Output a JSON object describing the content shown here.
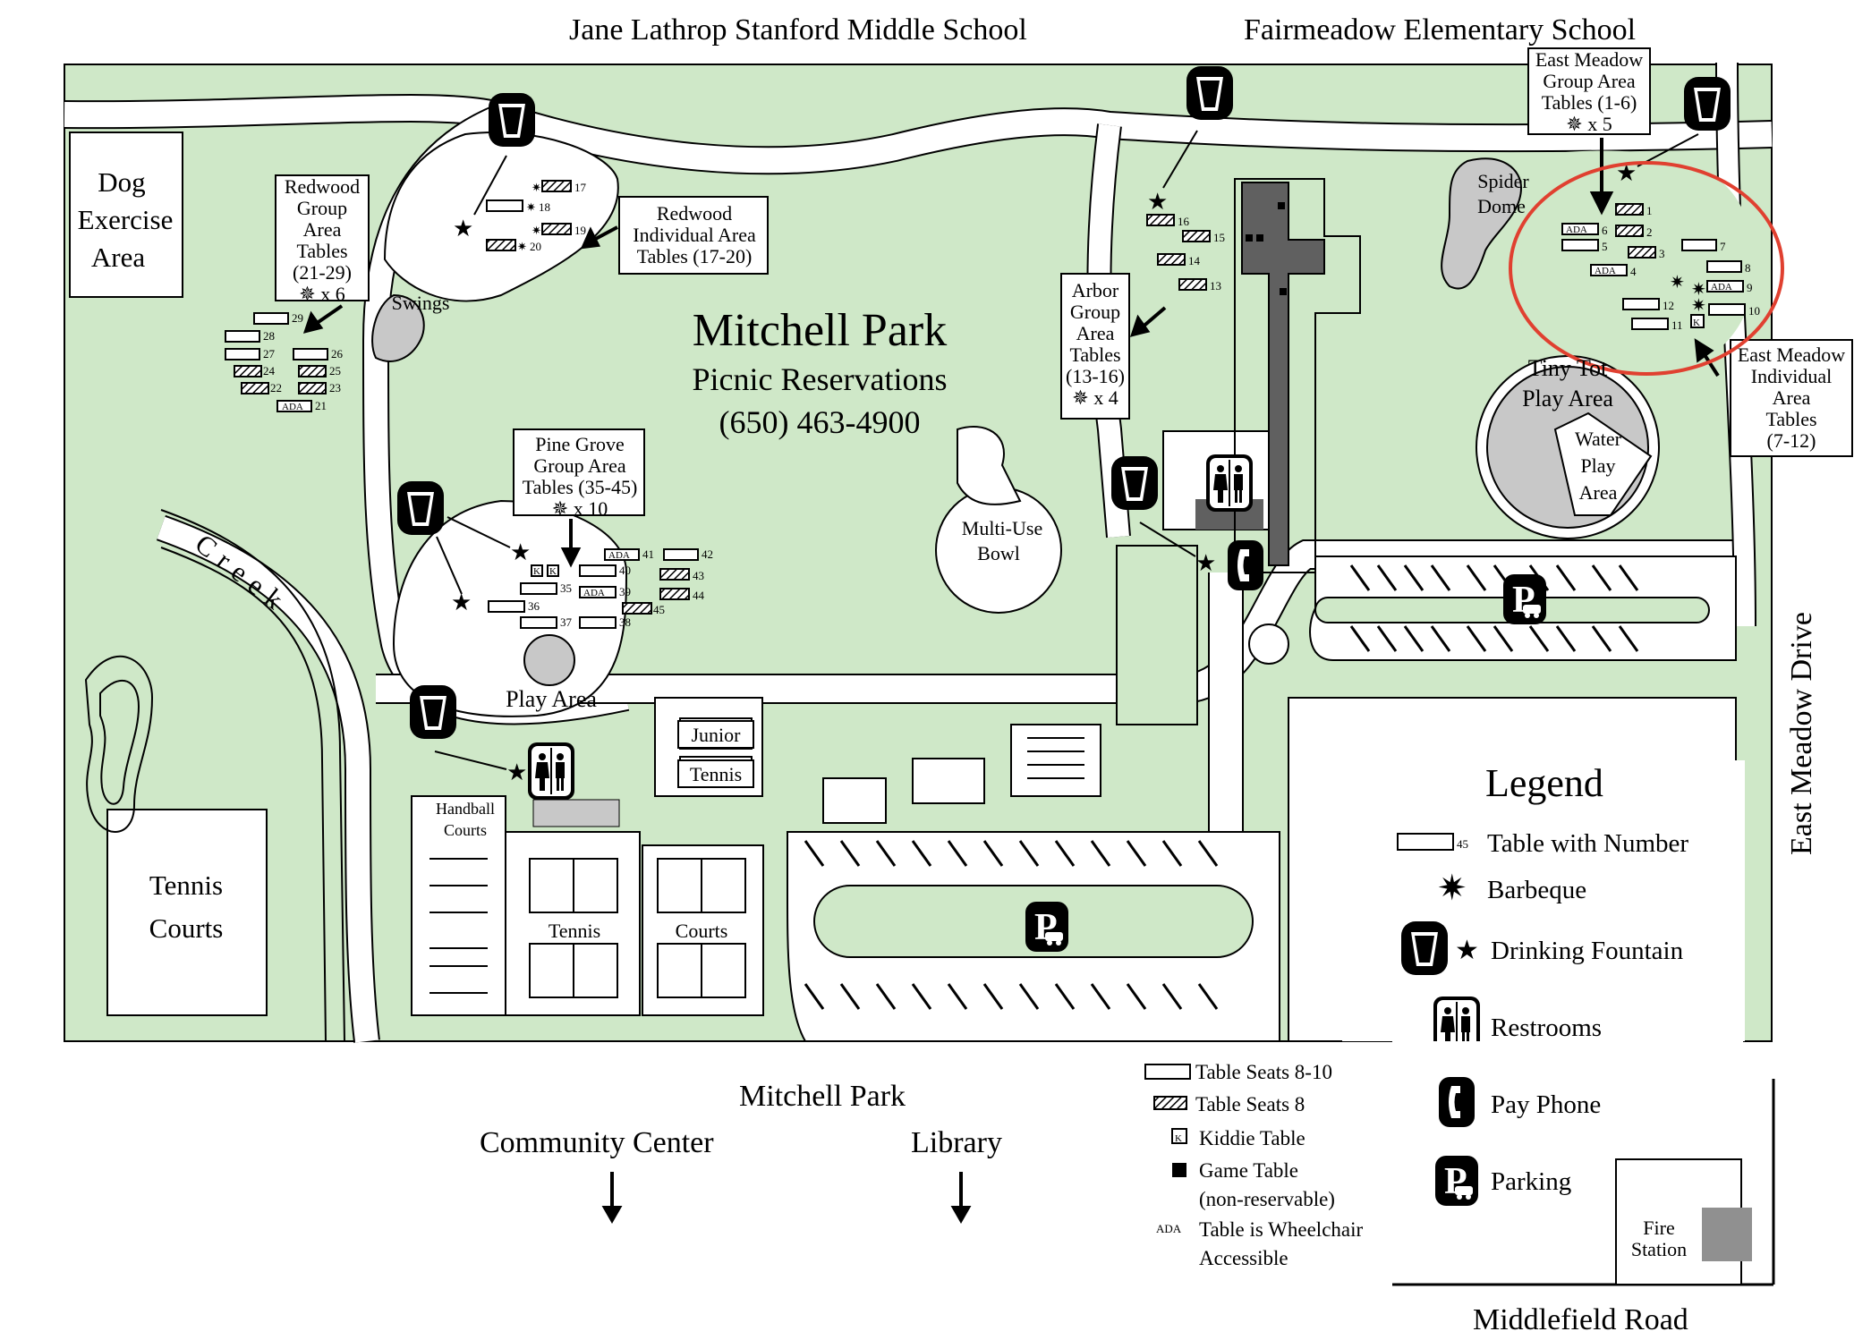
{
  "top_labels": {
    "school_middle": "Jane Lathrop Stanford Middle School",
    "school_elem": "Fairmeadow Elementary School"
  },
  "title": {
    "park": "Mitchell Park",
    "sub": "Picnic Reservations",
    "phone": "(650) 463-4900"
  },
  "areas": {
    "dog": [
      "Dog",
      "Exercise",
      "Area"
    ],
    "redwood_group": [
      "Redwood",
      "Group",
      "Area",
      "Tables",
      "(21-29)",
      "✵ x 6"
    ],
    "redwood_ind": [
      "Redwood",
      "Individual Area",
      "Tables (17-20)"
    ],
    "swings": "Swings",
    "pine_grove": [
      "Pine Grove",
      "Group Area",
      "Tables (35-45)",
      "✵ x 10"
    ],
    "play_area": "Play Area",
    "creek": "Creek",
    "multi_use": [
      "Multi-Use",
      "Bowl"
    ],
    "arbor": [
      "Arbor",
      "Group",
      "Area",
      "Tables",
      "(13-16)",
      "✵ x 4"
    ],
    "spider": [
      "Spider",
      "Dome"
    ],
    "tiny_tot": [
      "Tiny Tot",
      "Play Area"
    ],
    "water_play": [
      "Water",
      "Play",
      "Area"
    ],
    "east_group": [
      "East Meadow",
      "Group Area",
      "Tables (1-6)",
      "✵ x 5"
    ],
    "east_ind": [
      "East Meadow",
      "Individual",
      "Area",
      "Tables",
      "(7-12)"
    ],
    "tennis_courts": [
      "Tennis",
      "Courts"
    ],
    "handball": [
      "Handball",
      "Courts"
    ],
    "junior": "Junior",
    "tennis_jr": "Tennis",
    "tennis": "Tennis",
    "courts": "Courts",
    "fire": [
      "Fire",
      "Station"
    ]
  },
  "roads": {
    "east_meadow": "East Meadow Drive",
    "middlefield": "Middlefield Road"
  },
  "bottom": {
    "mitchell": "Mitchell Park",
    "community": "Community Center",
    "library": "Library"
  },
  "table_labels": {
    "redwood": [
      "29",
      "28",
      "27",
      "26",
      "24",
      "25",
      "22",
      "23",
      "ADA",
      "21"
    ],
    "redwood_ind": [
      "17",
      "18",
      "19",
      "20"
    ],
    "pine": [
      "41",
      "42",
      "40",
      "43",
      "35",
      "39",
      "44",
      "36",
      "45",
      "37",
      "38",
      "K",
      "K",
      "ADA",
      "ADA"
    ],
    "arbor": [
      "16",
      "15",
      "14",
      "13"
    ],
    "east": [
      "1",
      "2",
      "3",
      "4",
      "5",
      "6",
      "7",
      "8",
      "9",
      "10",
      "11",
      "12",
      "ADA",
      "ADA",
      "ADA",
      "K"
    ]
  },
  "legend": {
    "title": "Legend",
    "items": [
      "Table with Number",
      "Barbeque",
      "Drinking Fountain",
      "Restrooms",
      "Pay Phone",
      "Parking"
    ],
    "num": "45",
    "key": [
      "Table Seats 8-10",
      "Table Seats 8",
      "Kiddie Table",
      "Game Table",
      "(non-reservable)",
      "Table is Wheelchair",
      "Accessible"
    ],
    "ada": "ADA",
    "k": "K"
  },
  "colors": {
    "grass": "#cfe8c8",
    "gray": "#c8c8c8",
    "dark": "#606060",
    "highlight": "#e04030"
  }
}
